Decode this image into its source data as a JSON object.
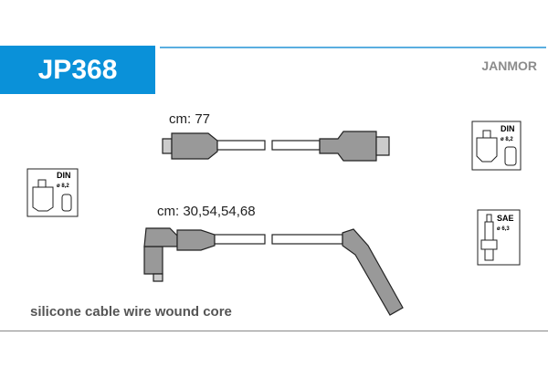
{
  "header": {
    "part_number": "JP368",
    "brand": "JANMOR"
  },
  "cables": [
    {
      "label": "cm: 77"
    },
    {
      "label": "cm: 30,54,54,68"
    }
  ],
  "icons": {
    "distributor_left": {
      "standard": "DIN",
      "diameter": "ø 8,2"
    },
    "distributor_right": {
      "standard": "DIN",
      "diameter": "ø 8,2"
    },
    "spark_plug": {
      "standard": "SAE",
      "diameter": "ø 6,3"
    }
  },
  "footer": {
    "description": "silicone cable wire wound core"
  }
}
